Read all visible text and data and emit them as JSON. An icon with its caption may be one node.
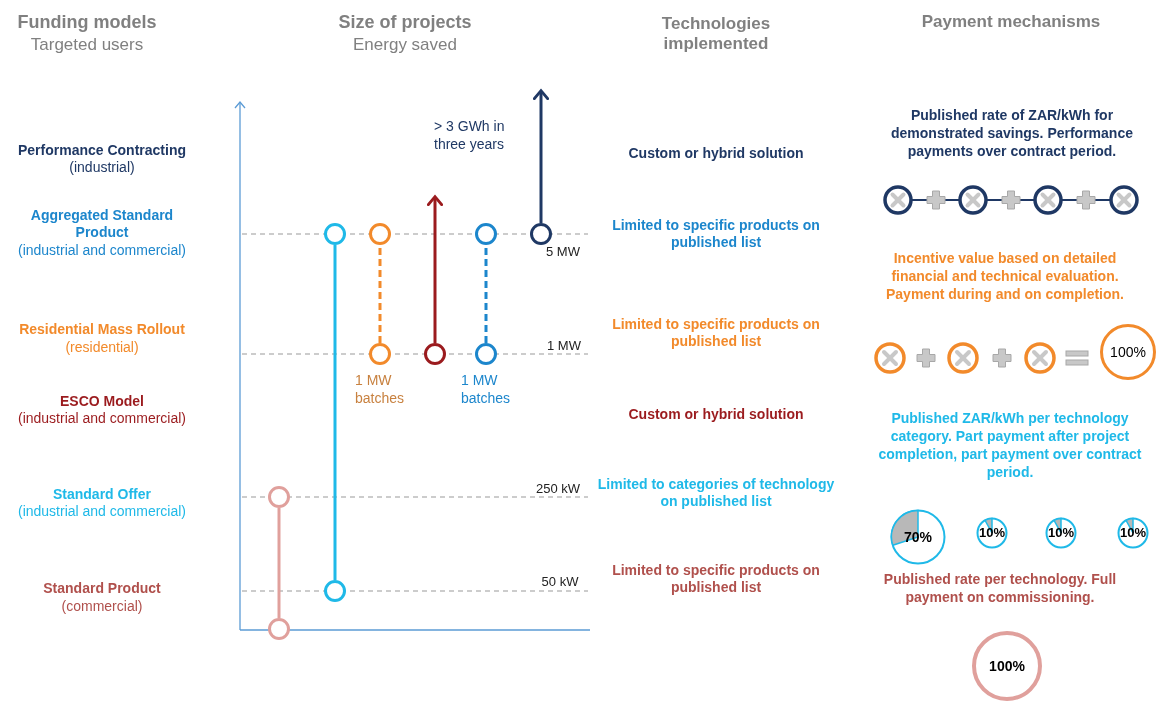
{
  "diagram": {
    "nodes": [
      {
        "text": [],
        "shape": "circle"
      },
      {
        "text": [],
        "shape": "circle"
      },
      {
        "text": [],
        "shape": "circle"
      },
      {
        "text": [],
        "shape": "circle"
      },
      {
        "text": [],
        "shape": "circle",
        "beside": [
          "1 MW batches"
        ]
      },
      {
        "text": [],
        "shape": "circle"
      },
      {
        "text": [],
        "shape": "circle",
        "beside": [
          "1 MW batches"
        ]
      },
      {
        "text": [],
        "shape": "circle"
      },
      {
        "text": [],
        "shape": "circle"
      },
      {
        "text": [],
        "shape": "circle"
      },
      {
        "text": [
          "100%"
        ]
      },
      {
        "text": [
          "70%"
        ]
      },
      {
        "text": [
          "10%"
        ]
      },
      {
        "text": [
          "10%"
        ]
      },
      {
        "text": [
          "10%"
        ]
      },
      {
        "text": [
          "100%"
        ]
      }
    ],
    "edges": [
      {
        "from": 8,
        "to": 0,
        "arrow": "none",
        "color": "#1fb9e8"
      },
      {
        "from": 4,
        "to": 1,
        "arrow": "none",
        "style": "dashed",
        "color": "#f28a2b"
      },
      {
        "from": 5,
        "to": null,
        "arrow": "to",
        "color": "#9b1b1e"
      },
      {
        "from": 6,
        "to": 2,
        "arrow": "none",
        "style": "dashed",
        "color": "#1c86cc"
      },
      {
        "from": 3,
        "to": null,
        "arrow": "to",
        "color": "#1f3864"
      },
      {
        "from": 9,
        "to": 7,
        "arrow": "none",
        "color": "#e0a09c"
      }
    ],
    "labels": [
      "Funding models",
      "Targeted users",
      "Size of projects",
      "Energy saved",
      "Technologies implemented",
      "Payment mechanisms",
      "Performance Contracting",
      "(industrial)",
      "Aggregated Standard Product",
      "(industrial and commercial)",
      "Residential Mass Rollout",
      "(residential)",
      "ESCO Model",
      "(industrial and commercial)",
      "Standard Offer",
      "(industrial and commercial)",
      "Standard Product",
      "(commercial)",
      "> 3 GWh in three years",
      "5 MW",
      "1 MW",
      "250 kW",
      "50 kW",
      "Custom or hybrid solution",
      "Limited to specific products on published list",
      "Limited to specific products on published list",
      "Custom or hybrid solution",
      "Limited to categories of technology on published list",
      "Limited to specific products on published list",
      "Published rate of ZAR/kWh for demonstrated savings. Performance payments over contract period.",
      "Incentive value based on detailed financial and technical evaluation. Payment during and on completion.",
      "Published ZAR/kWh per technology category. Part payment after project completion, part payment over contract period.",
      "Published rate per technology. Full payment on commissioning."
    ]
  }
}
